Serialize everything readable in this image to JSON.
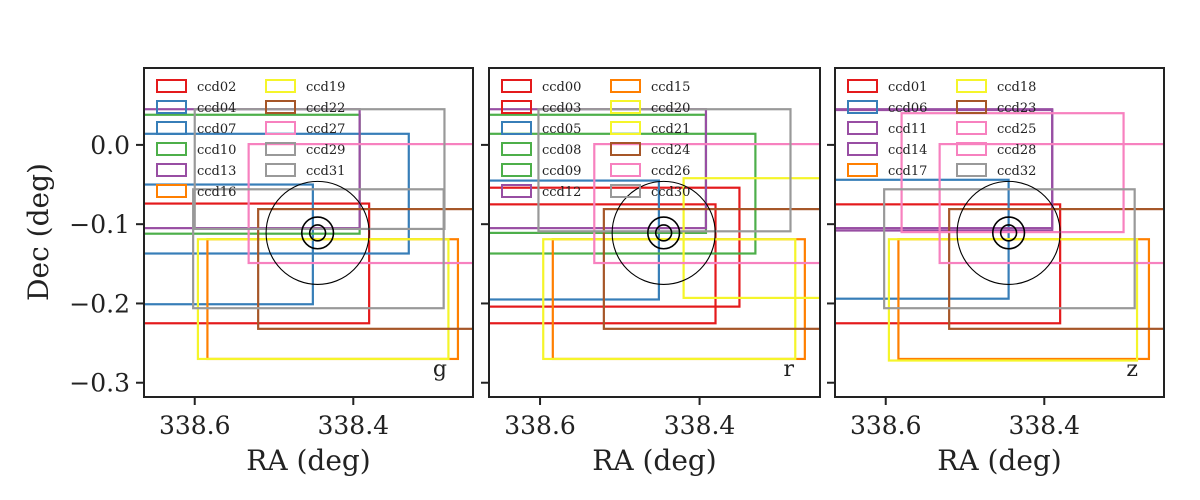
{
  "chart_data": {
    "type": "rectangles",
    "ylabel": "Dec (deg)",
    "yticks": [
      {
        "v": 0.0,
        "label": "0.0"
      },
      {
        "v": -0.1,
        "label": "−0.1"
      },
      {
        "v": -0.2,
        "label": "−0.2"
      },
      {
        "v": -0.3,
        "label": "−0.3"
      }
    ],
    "ylim": [
      -0.318,
      0.097
    ],
    "circles": {
      "center": [
        338.445,
        -0.111
      ],
      "radii": [
        0.065,
        0.02,
        0.01
      ]
    },
    "panels": [
      {
        "band": "g",
        "xlabel": "RA (deg)",
        "xlim": [
          338.664,
          338.249
        ],
        "xticks": [
          {
            "v": 338.6,
            "label": "338.6"
          },
          {
            "v": 338.4,
            "label": "338.4"
          }
        ],
        "legend": [
          "ccd02",
          "ccd04",
          "ccd07",
          "ccd10",
          "ccd13",
          "ccd16",
          "ccd19",
          "ccd22",
          "ccd27",
          "ccd29",
          "ccd31"
        ],
        "ccds": [
          {
            "name": "ccd02",
            "color": "#e41a1c",
            "ra": [
              338.38,
              338.7
            ],
            "dec": [
              -0.225,
              -0.074
            ]
          },
          {
            "name": "ccd04",
            "color": "#377eb8",
            "ra": [
              338.33,
              338.7
            ],
            "dec": [
              -0.137,
              0.014
            ]
          },
          {
            "name": "ccd07",
            "color": "#377eb8",
            "ra": [
              338.451,
              338.7
            ],
            "dec": [
              -0.201,
              -0.05
            ]
          },
          {
            "name": "ccd10",
            "color": "#4daf4a",
            "ra": [
              338.392,
              338.7
            ],
            "dec": [
              -0.112,
              0.038
            ]
          },
          {
            "name": "ccd13",
            "color": "#984ea3",
            "ra": [
              338.392,
              338.7
            ],
            "dec": [
              -0.105,
              0.045
            ]
          },
          {
            "name": "ccd16",
            "color": "#ff7f00",
            "ra": [
              338.268,
              338.584
            ],
            "dec": [
              -0.27,
              -0.119
            ]
          },
          {
            "name": "ccd19",
            "color": "#f5f52a",
            "ra": [
              338.28,
              338.596
            ],
            "dec": [
              -0.27,
              -0.119
            ]
          },
          {
            "name": "ccd22",
            "color": "#a65628",
            "ra": [
              338.2,
              338.52
            ],
            "dec": [
              -0.232,
              -0.081
            ]
          },
          {
            "name": "ccd27",
            "color": "#f781bf",
            "ra": [
              338.2,
              338.532
            ],
            "dec": [
              -0.149,
              0.001
            ]
          },
          {
            "name": "ccd29",
            "color": "#999999",
            "ra": [
              338.286,
              338.602
            ],
            "dec": [
              -0.206,
              -0.056
            ]
          },
          {
            "name": "ccd31",
            "color": "#999999",
            "ra": [
              338.285,
              338.6
            ],
            "dec": [
              -0.106,
              0.045
            ]
          }
        ]
      },
      {
        "band": "r",
        "xlabel": "RA (deg)",
        "xlim": [
          338.664,
          338.249
        ],
        "xticks": [
          {
            "v": 338.6,
            "label": "338.6"
          },
          {
            "v": 338.4,
            "label": "338.4"
          }
        ],
        "legend": [
          "ccd00",
          "ccd03",
          "ccd05",
          "ccd08",
          "ccd09",
          "ccd12",
          "ccd15",
          "ccd20",
          "ccd21",
          "ccd24",
          "ccd26",
          "ccd30"
        ],
        "ccds": [
          {
            "name": "ccd00",
            "color": "#e41a1c",
            "ra": [
              338.35,
              338.7
            ],
            "dec": [
              -0.204,
              -0.054
            ]
          },
          {
            "name": "ccd03",
            "color": "#e41a1c",
            "ra": [
              338.38,
              338.7
            ],
            "dec": [
              -0.225,
              -0.075
            ]
          },
          {
            "name": "ccd05",
            "color": "#377eb8",
            "ra": [
              338.451,
              338.7
            ],
            "dec": [
              -0.195,
              -0.045
            ]
          },
          {
            "name": "ccd08",
            "color": "#4daf4a",
            "ra": [
              338.33,
              338.7
            ],
            "dec": [
              -0.137,
              0.014
            ]
          },
          {
            "name": "ccd09",
            "color": "#4daf4a",
            "ra": [
              338.392,
              338.7
            ],
            "dec": [
              -0.111,
              0.038
            ]
          },
          {
            "name": "ccd12",
            "color": "#984ea3",
            "ra": [
              338.392,
              338.7
            ],
            "dec": [
              -0.105,
              0.045
            ]
          },
          {
            "name": "ccd15",
            "color": "#ff7f00",
            "ra": [
              338.268,
              338.584
            ],
            "dec": [
              -0.27,
              -0.119
            ]
          },
          {
            "name": "ccd20",
            "color": "#f5f52a",
            "ra": [
              338.28,
              338.596
            ],
            "dec": [
              -0.27,
              -0.119
            ]
          },
          {
            "name": "ccd21",
            "color": "#f5f52a",
            "ra": [
              338.2,
              338.42
            ],
            "dec": [
              -0.193,
              -0.042
            ]
          },
          {
            "name": "ccd24",
            "color": "#a65628",
            "ra": [
              338.2,
              338.52
            ],
            "dec": [
              -0.232,
              -0.081
            ]
          },
          {
            "name": "ccd26",
            "color": "#f781bf",
            "ra": [
              338.2,
              338.532
            ],
            "dec": [
              -0.149,
              0.001
            ]
          },
          {
            "name": "ccd30",
            "color": "#999999",
            "ra": [
              338.286,
              338.602
            ],
            "dec": [
              -0.109,
              0.045
            ]
          }
        ]
      },
      {
        "band": "z",
        "xlabel": "RA (deg)",
        "xlim": [
          338.664,
          338.249
        ],
        "xticks": [
          {
            "v": 338.6,
            "label": "338.6"
          },
          {
            "v": 338.4,
            "label": "338.4"
          }
        ],
        "legend": [
          "ccd01",
          "ccd06",
          "ccd11",
          "ccd14",
          "ccd17",
          "ccd18",
          "ccd23",
          "ccd25",
          "ccd28",
          "ccd32"
        ],
        "ccds": [
          {
            "name": "ccd01",
            "color": "#e41a1c",
            "ra": [
              338.38,
              338.7
            ],
            "dec": [
              -0.225,
              -0.075
            ]
          },
          {
            "name": "ccd06",
            "color": "#377eb8",
            "ra": [
              338.445,
              338.7
            ],
            "dec": [
              -0.194,
              -0.044
            ]
          },
          {
            "name": "ccd11",
            "color": "#984ea3",
            "ra": [
              338.39,
              338.7
            ],
            "dec": [
              -0.108,
              0.044
            ]
          },
          {
            "name": "ccd14",
            "color": "#984ea3",
            "ra": [
              338.39,
              338.7
            ],
            "dec": [
              -0.105,
              0.045
            ]
          },
          {
            "name": "ccd17",
            "color": "#ff7f00",
            "ra": [
              338.268,
              338.584
            ],
            "dec": [
              -0.27,
              -0.119
            ]
          },
          {
            "name": "ccd18",
            "color": "#f5f52a",
            "ra": [
              338.283,
              338.596
            ],
            "dec": [
              -0.272,
              -0.119
            ]
          },
          {
            "name": "ccd23",
            "color": "#a65628",
            "ra": [
              338.2,
              338.52
            ],
            "dec": [
              -0.232,
              -0.081
            ]
          },
          {
            "name": "ccd25",
            "color": "#f781bf",
            "ra": [
              338.3,
              338.58
            ],
            "dec": [
              -0.11,
              0.04
            ]
          },
          {
            "name": "ccd28",
            "color": "#f781bf",
            "ra": [
              338.2,
              338.532
            ],
            "dec": [
              -0.149,
              0.001
            ]
          },
          {
            "name": "ccd32",
            "color": "#999999",
            "ra": [
              338.286,
              338.602
            ],
            "dec": [
              -0.206,
              -0.056
            ]
          }
        ]
      }
    ]
  }
}
